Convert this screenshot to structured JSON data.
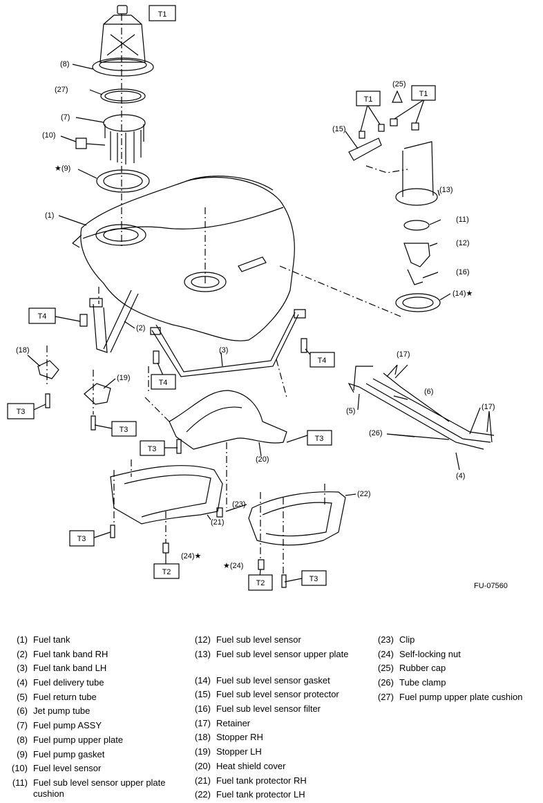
{
  "figure_code": "FU-07560",
  "torque_labels": [
    "T1",
    "T1",
    "T1",
    "T4",
    "T4",
    "T4",
    "T3",
    "T3",
    "T3",
    "T3",
    "T3",
    "T3",
    "T2",
    "T2"
  ],
  "callouts": [
    "(8)",
    "(27)",
    "(7)",
    "(10)",
    "★(9)",
    "(1)",
    "(2)",
    "(3)",
    "(25)",
    "(15)",
    "(13)",
    "(11)",
    "(12)",
    "(16)",
    "(14)★",
    "(18)",
    "(19)",
    "(17)",
    "(6)",
    "(5)",
    "(26)",
    "(17)",
    "(4)",
    "(20)",
    "(23)",
    "(21)",
    "(22)",
    "(24)★",
    "★(24)"
  ],
  "legend": [
    [
      {
        "num": "(1)",
        "label": "Fuel tank"
      },
      {
        "num": "(2)",
        "label": "Fuel tank band RH"
      },
      {
        "num": "(3)",
        "label": "Fuel tank band LH"
      },
      {
        "num": "(4)",
        "label": "Fuel delivery tube"
      },
      {
        "num": "(5)",
        "label": "Fuel return tube"
      },
      {
        "num": "(6)",
        "label": "Jet pump tube"
      },
      {
        "num": "(7)",
        "label": "Fuel pump ASSY"
      },
      {
        "num": "(8)",
        "label": "Fuel pump upper plate"
      },
      {
        "num": "(9)",
        "label": "Fuel pump gasket"
      },
      {
        "num": "(10)",
        "label": "Fuel level sensor"
      },
      {
        "num": "(11)",
        "label": "Fuel sub level sensor upper plate cushion"
      }
    ],
    [
      {
        "num": "(12)",
        "label": "Fuel sub level sensor"
      },
      {
        "num": "(13)",
        "label": "Fuel sub level sensor upper plate"
      },
      {
        "num": "(14)",
        "label": "Fuel sub level sensor gasket"
      },
      {
        "num": "(15)",
        "label": "Fuel sub level sensor protector"
      },
      {
        "num": "(16)",
        "label": "Fuel sub level sensor filter"
      },
      {
        "num": "(17)",
        "label": "Retainer"
      },
      {
        "num": "(18)",
        "label": "Stopper RH"
      },
      {
        "num": "(19)",
        "label": "Stopper LH"
      },
      {
        "num": "(20)",
        "label": "Heat shield cover"
      },
      {
        "num": "(21)",
        "label": "Fuel tank protector RH"
      },
      {
        "num": "(22)",
        "label": "Fuel tank protector LH"
      }
    ],
    [
      {
        "num": "(23)",
        "label": "Clip"
      },
      {
        "num": "(24)",
        "label": "Self-locking nut"
      },
      {
        "num": "(25)",
        "label": "Rubber cap"
      },
      {
        "num": "(26)",
        "label": "Tube clamp"
      },
      {
        "num": "(27)",
        "label": "Fuel pump upper plate cushion"
      }
    ]
  ]
}
